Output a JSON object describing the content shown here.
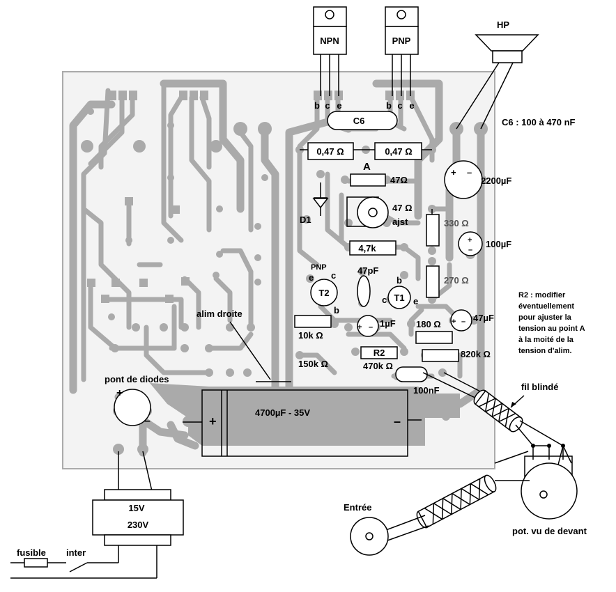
{
  "transistors": {
    "npn": {
      "label": "NPN",
      "pins": [
        "b",
        "c",
        "e"
      ]
    },
    "pnp": {
      "label": "PNP",
      "pins": [
        "b",
        "c",
        "e"
      ]
    },
    "t1": {
      "label": "T1",
      "pins": [
        "b",
        "c",
        "e"
      ]
    },
    "t2": {
      "label": "T2",
      "type": "PNP",
      "pins": [
        "e",
        "c",
        "b"
      ]
    }
  },
  "speaker": {
    "label": "HP"
  },
  "notes": {
    "c6": "C6 : 100 à 470 nF",
    "r2": [
      "R2 : modifier",
      "éventuellement",
      "pour ajuster la",
      "tension au point A",
      "à la moité de la",
      "tension d'alim."
    ]
  },
  "components": {
    "c6": "C6",
    "r_047_a": "0,47 Ω",
    "r_047_b": "0,47 Ω",
    "point_a": "A",
    "c_2200": "2200µF",
    "r_47": "47Ω",
    "ajst_value": "47 Ω",
    "ajst_label": "ajst",
    "d1": "D1",
    "r_330": "330 Ω",
    "c_100u": "100µF",
    "r_4k7": "4,7k",
    "c_47p": "47pF",
    "r_270": "270 Ω",
    "r_10k": "10k Ω",
    "c_1u": "1µF",
    "r_180": "180 Ω",
    "c_47u": "47µF",
    "r_150k": "150k Ω",
    "r2": "R2",
    "r_470k": "470k Ω",
    "r_820k": "820k Ω",
    "c_100n": "100nF",
    "c_4700": "4700µF - 35V",
    "plus": "+",
    "minus": "–"
  },
  "labels": {
    "alim_droite": "alim droite",
    "pont": "pont de diodes",
    "fil_blinde": "fil blindé",
    "entree": "Entrée",
    "pot": "pot. vu de devant",
    "transfo_sec": "15V",
    "transfo_pri": "230V",
    "fusible": "fusible",
    "inter": "inter"
  }
}
